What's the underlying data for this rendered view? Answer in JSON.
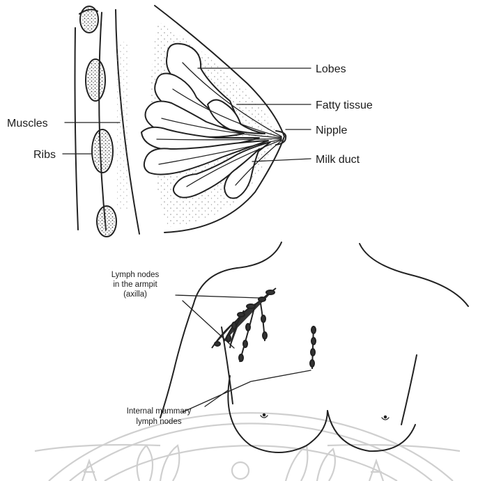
{
  "upper_figure": {
    "labels": {
      "lobes": "Lobes",
      "fatty_tissue": "Fatty tissue",
      "nipple": "Nipple",
      "milk_duct": "Milk duct",
      "muscles": "Muscles",
      "ribs": "Ribs"
    }
  },
  "lower_figure": {
    "labels": {
      "axilla_line1": "Lymph nodes",
      "axilla_line2": "in the armpit",
      "axilla_line3": "(axilla)",
      "internal_line1": "Internal mammary",
      "internal_line2": "lymph nodes"
    }
  },
  "colors": {
    "ink": "#222222",
    "watermark": "#c9c9c9",
    "background": "#ffffff"
  }
}
